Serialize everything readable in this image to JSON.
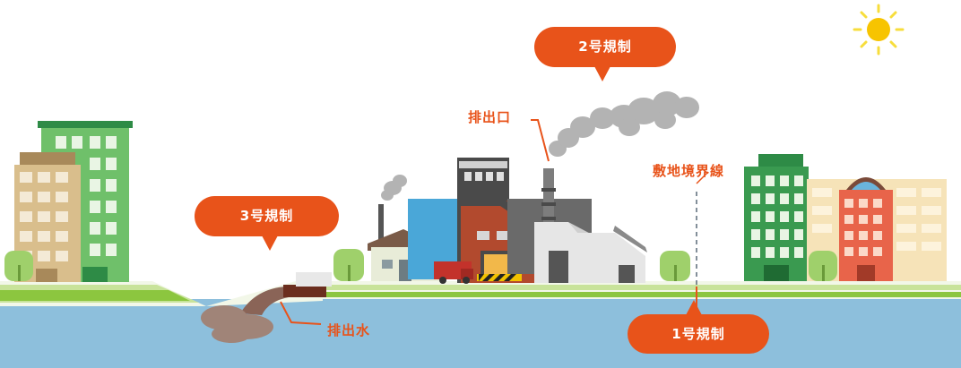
{
  "callouts": {
    "regulation_2": "2号規制",
    "regulation_3": "3号規制",
    "regulation_1": "1号規制"
  },
  "labels": {
    "outlet": "排出口",
    "site_boundary": "敷地境界線",
    "drainage": "排出水"
  },
  "icons": [
    "sun-icon",
    "smoke-cloud-icon",
    "factory-icon",
    "truck-icon",
    "tree-icon",
    "building-icon"
  ],
  "colors": {
    "callout": "#e8531a",
    "water": "#8dbfdc",
    "grass": "#8cc63f",
    "smoke": "#b3b3b3"
  }
}
